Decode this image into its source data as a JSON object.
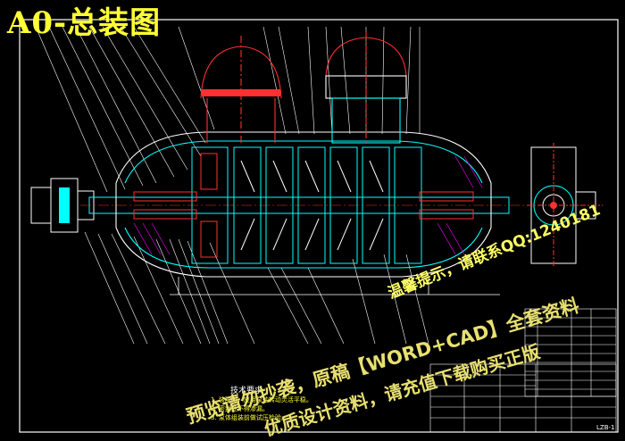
{
  "drawing": {
    "title": "A0-总装图",
    "notes_title": "技术要求",
    "notes": [
      "1. 装配时，应用泵轴转动灵活平稳。",
      "2. 密封处不得渗漏。",
      "3. 泵体组装前做试压检验。"
    ],
    "drawing_number": "LZB-1"
  },
  "watermark": {
    "line1": "预览请勿抄袭，原稿【WORD+CAD】全套资料",
    "line2": "优质设计资料，请充值下载购买正版",
    "line3": "温馨提示，请联系QQ:1240181"
  },
  "colors": {
    "background": "#000000",
    "frame": "#ffffff",
    "geometry": "#00ffff",
    "section": "#ff3030",
    "hatch": "#ff00ff",
    "annotation": "#ffff33"
  }
}
